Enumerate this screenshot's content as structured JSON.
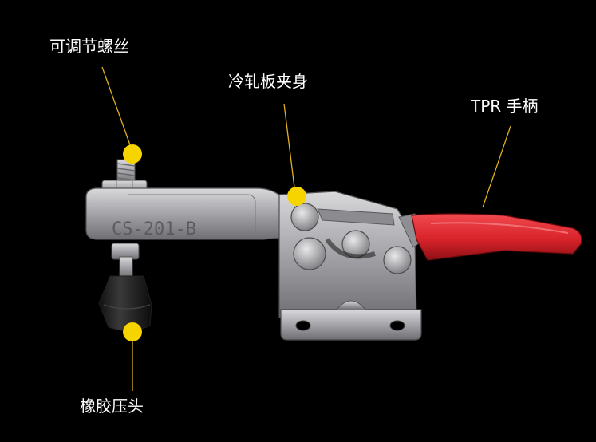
{
  "callouts": {
    "screw": "可调节螺丝",
    "body": "冷轧板夹身",
    "handle": "TPR 手柄",
    "tip": "橡胶压头"
  },
  "product": {
    "engraved_model": "CS-201-B"
  },
  "colors": {
    "background": "#000000",
    "callout_dot": "#f5d400",
    "callout_line": "#e0b020",
    "steel": "#a9a9ad",
    "handle_grip": "#d8232a"
  }
}
